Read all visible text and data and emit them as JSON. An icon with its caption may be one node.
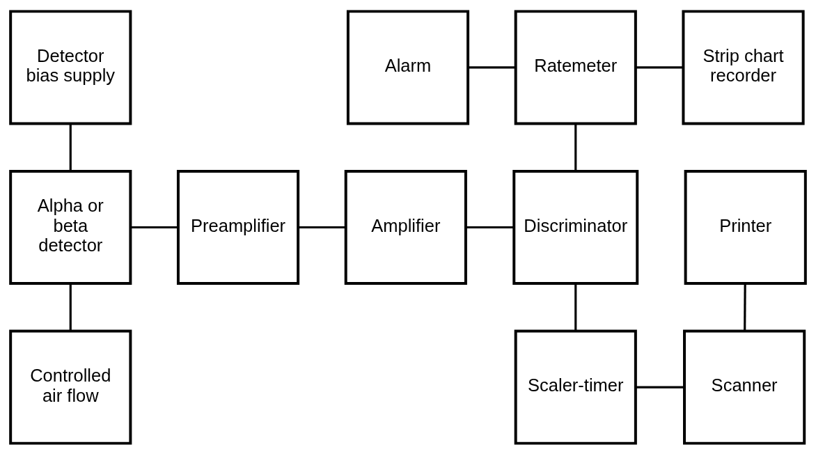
{
  "diagram": {
    "nodes": [
      {
        "text": [
          "Detector bias supply"
        ]
      },
      {
        "text": [
          "Alarm"
        ]
      },
      {
        "text": [
          "Ratemeter"
        ]
      },
      {
        "text": [
          "Strip chart recorder"
        ]
      },
      {
        "text": [
          "Alpha or beta detector"
        ]
      },
      {
        "text": [
          "Preamplifier"
        ]
      },
      {
        "text": [
          "Amplifier"
        ]
      },
      {
        "text": [
          "Discriminator"
        ]
      },
      {
        "text": [
          "Printer"
        ]
      },
      {
        "text": [
          "Controlled air flow"
        ]
      },
      {
        "text": [
          "Scaler-timer"
        ]
      },
      {
        "text": [
          "Scanner"
        ]
      }
    ],
    "edges": [
      {
        "from": 0,
        "to": 4,
        "arrow": "none"
      },
      {
        "from": 1,
        "to": 2,
        "arrow": "none"
      },
      {
        "from": 2,
        "to": 3,
        "arrow": "none"
      },
      {
        "from": 2,
        "to": 7,
        "arrow": "none"
      },
      {
        "from": 4,
        "to": 5,
        "arrow": "none"
      },
      {
        "from": 5,
        "to": 6,
        "arrow": "none"
      },
      {
        "from": 6,
        "to": 7,
        "arrow": "none"
      },
      {
        "from": 4,
        "to": 9,
        "arrow": "none"
      },
      {
        "from": 7,
        "to": 10,
        "arrow": "none"
      },
      {
        "from": 10,
        "to": 11,
        "arrow": "none"
      },
      {
        "from": 8,
        "to": 11,
        "arrow": "none"
      }
    ]
  }
}
